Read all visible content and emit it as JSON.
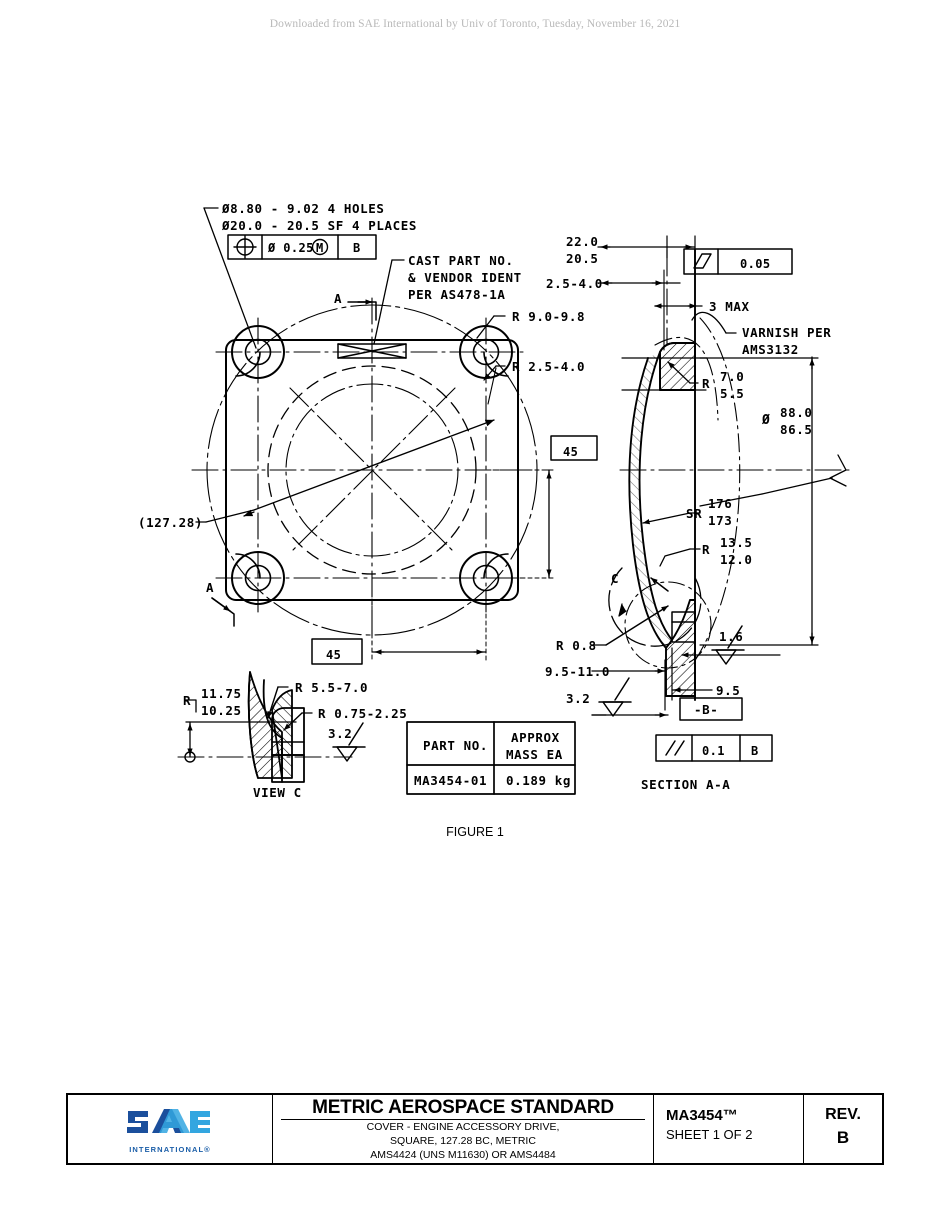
{
  "header": {
    "download_notice": "Downloaded from SAE International by Univ of Toronto, Tuesday, November 16, 2021"
  },
  "figure": {
    "caption": "FIGURE 1"
  },
  "plan_view": {
    "notes": [
      "Ø8.80 - 9.02 4 HOLES",
      "Ø20.0 - 20.5 SF 4 PLACES"
    ],
    "position_fcf": {
      "symbol": "position-icon",
      "tolerance": "Ø 0.25",
      "modifier": "M",
      "datum": "B"
    },
    "cast_note": [
      "CAST PART NO.",
      "& VENDOR IDENT",
      "PER AS478-1A"
    ],
    "radius_corner": "R 9.0-9.8",
    "radius_fillet": "R 2.5-4.0",
    "bolt_circle": "(127.28)",
    "basic_dim_vertical": "45",
    "basic_dim_horizontal": "45",
    "section_mark_top": "A",
    "section_mark_bottom": "A"
  },
  "section_view": {
    "title": "SECTION A-A",
    "dim_22_0": "22.0",
    "dim_20_5": "20.5",
    "dim_2_5_4_0": "2.5-4.0",
    "dim_3_max": "3 MAX",
    "parallelogram_fcf": {
      "symbol": "flatness-parallelogram-icon",
      "tolerance": "0.05"
    },
    "varnish_note": [
      "VARNISH PER",
      "AMS3132"
    ],
    "radius_r_label": "R",
    "radius_7_0": "7.0",
    "radius_5_5": "5.5",
    "diameter_symbol": "Ø",
    "diameter_88_0": "88.0",
    "diameter_86_5": "86.5",
    "sr_label": "SR",
    "sr_176": "176",
    "sr_173": "173",
    "r2_label": "R",
    "r_13_5": "13.5",
    "r_12_0": "12.0",
    "detail_c_mark": "C",
    "r_0_8": "R 0.8",
    "dim_9_5_11_0": "9.5-11.0",
    "dim_9_5": "9.5",
    "datum_b": "-B-",
    "surf_1_6": "1.6",
    "surf_3_2": "3.2",
    "parallelism_fcf": {
      "symbol": "parallelism-icon",
      "tolerance": "0.1",
      "datum": "B"
    }
  },
  "view_c": {
    "title": "VIEW C",
    "r_label": "R",
    "r_11_75": "11.75",
    "r_10_25": "10.25",
    "r_5_5_7_0": "R 5.5-7.0",
    "r_0_75_2_25": "R 0.75-2.25",
    "surf_3_2": "3.2"
  },
  "mass_table": {
    "headers": [
      "PART NO.",
      "APPROX\nMASS  EA"
    ],
    "header_part": "PART NO.",
    "header_mass_line1": "APPROX",
    "header_mass_line2": "MASS  EA",
    "rows": [
      [
        "MA3454-01",
        "0.189 kg"
      ]
    ],
    "row_part": "MA3454-01",
    "row_mass": "0.189 kg"
  },
  "title_block": {
    "logo": "sae-logo",
    "logo_text": "SAE",
    "logo_sub": "INTERNATIONAL®",
    "standard_type": "METRIC AEROSPACE STANDARD",
    "description": [
      "COVER - ENGINE ACCESSORY DRIVE,",
      "SQUARE, 127.28 BC, METRIC",
      "AMS4424 (UNS M11630) OR AMS4484"
    ],
    "desc1": "COVER - ENGINE ACCESSORY DRIVE,",
    "desc2": "SQUARE, 127.28 BC, METRIC",
    "desc3": "AMS4424 (UNS M11630) OR AMS4484",
    "doc_number": "MA3454™",
    "sheet": "SHEET 1 OF 2",
    "rev_label": "REV.",
    "rev_value": "B"
  },
  "colors": {
    "line": "#000000",
    "sae_blue_dark": "#1b4f9c",
    "sae_blue_light": "#33a6e0",
    "notice_gray": "#b9b9b9"
  }
}
